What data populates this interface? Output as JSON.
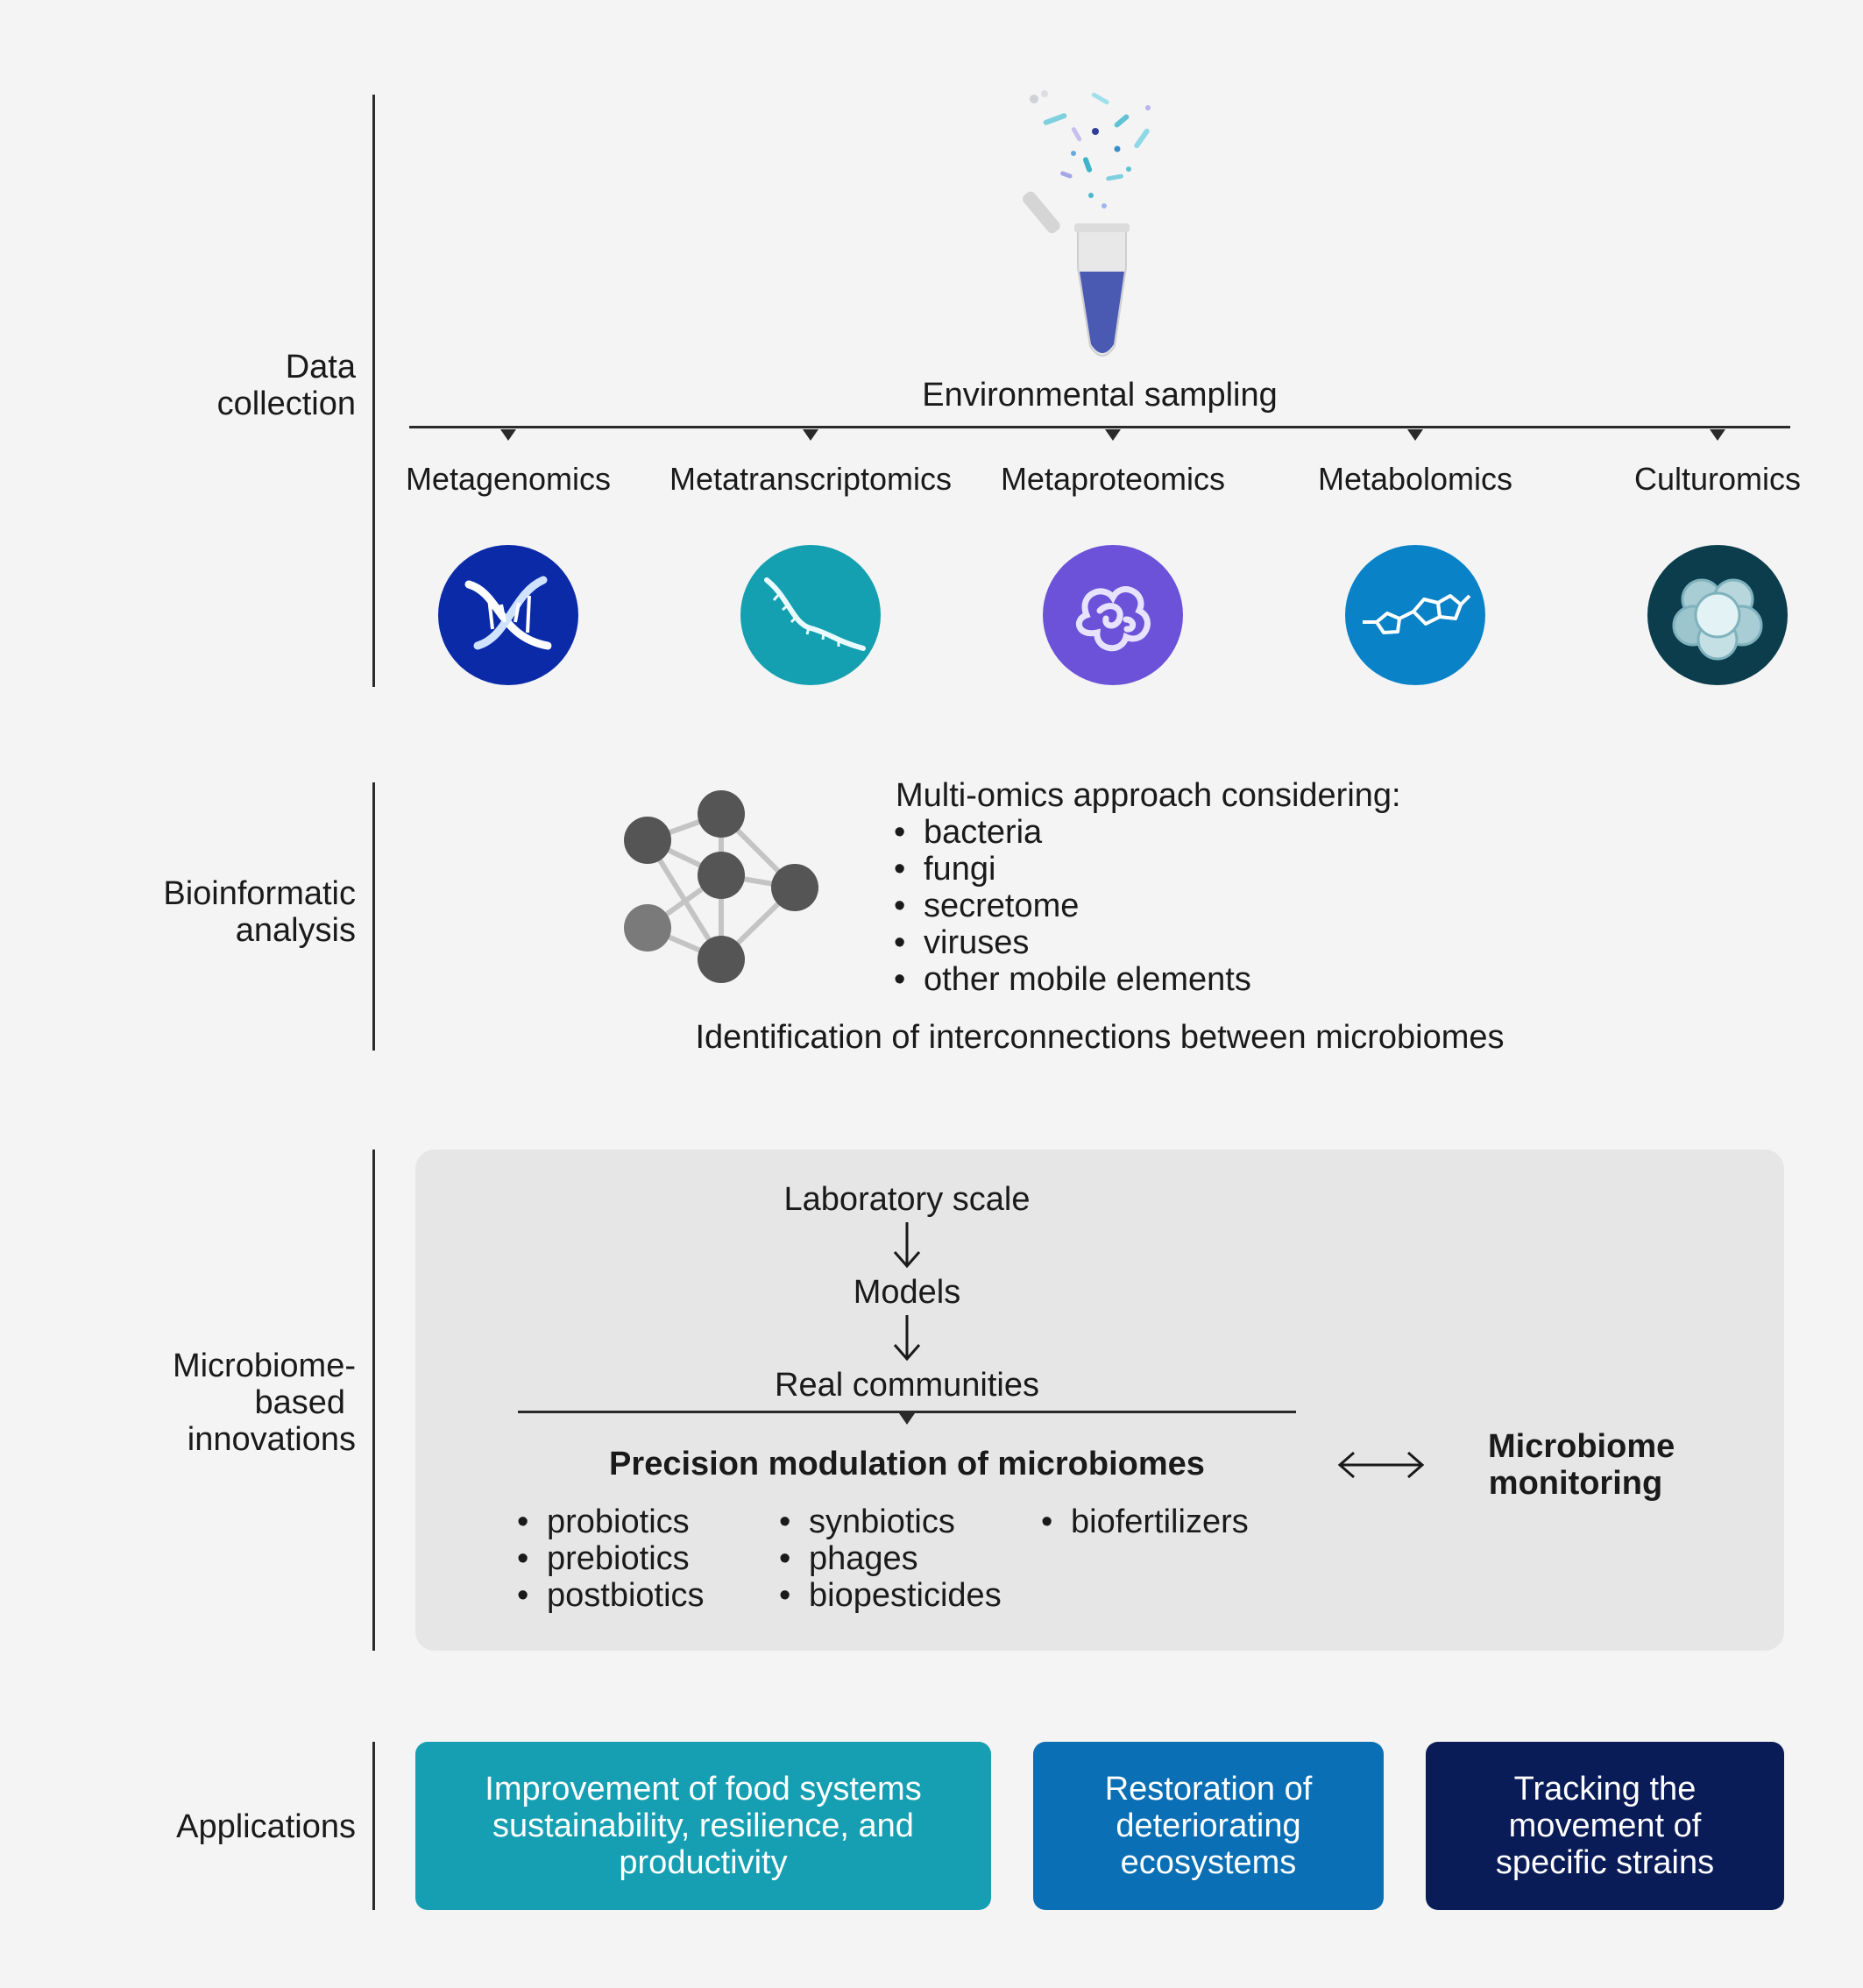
{
  "rows": {
    "data_collection": [
      "Data",
      "collection"
    ],
    "bioinformatic": [
      "Bioinformatic",
      "analysis"
    ],
    "innovations": [
      "Microbiome-",
      "based",
      "innovations"
    ],
    "applications": [
      "Applications"
    ]
  },
  "sampling": {
    "label": "Environmental sampling"
  },
  "omics": [
    {
      "label": "Metagenomics",
      "color": "#0a2aa8",
      "icon": "dna-helix-icon"
    },
    {
      "label": "Metatranscriptomics",
      "color": "#14a0b0",
      "icon": "rna-strand-icon"
    },
    {
      "label": "Metaproteomics",
      "color": "#6b52d9",
      "icon": "protein-icon"
    },
    {
      "label": "Metabolomics",
      "color": "#0a82c8",
      "icon": "molecule-icon"
    },
    {
      "label": "Culturomics",
      "color": "#0b3d4c",
      "icon": "cell-culture-icon"
    }
  ],
  "bioinformatics": {
    "heading": "Multi-omics approach considering:",
    "items": [
      "bacteria",
      "fungi",
      "secretome",
      "viruses",
      "other mobile elements"
    ],
    "summary": "Identification of interconnections between microbiomes"
  },
  "innovation": {
    "steps": [
      "Laboratory scale",
      "Models",
      "Real communities"
    ],
    "precision_title": "Precision modulation of microbiomes",
    "col1": [
      "probiotics",
      "prebiotics",
      "postbiotics"
    ],
    "col2": [
      "synbiotics",
      "phages",
      "biopesticides"
    ],
    "col3": [
      "biofertilizers"
    ],
    "monitoring": [
      "Microbiome",
      "monitoring"
    ]
  },
  "applications": [
    {
      "lines": [
        "Improvement of food systems",
        "sustainability, resilience, and",
        "productivity"
      ],
      "color": "#169fb2"
    },
    {
      "lines": [
        "Restoration of",
        "deteriorating",
        "ecosystems"
      ],
      "color": "#0a6fb4"
    },
    {
      "lines": [
        "Tracking the",
        "movement of",
        "specific strains"
      ],
      "color": "#0a1c58"
    }
  ]
}
